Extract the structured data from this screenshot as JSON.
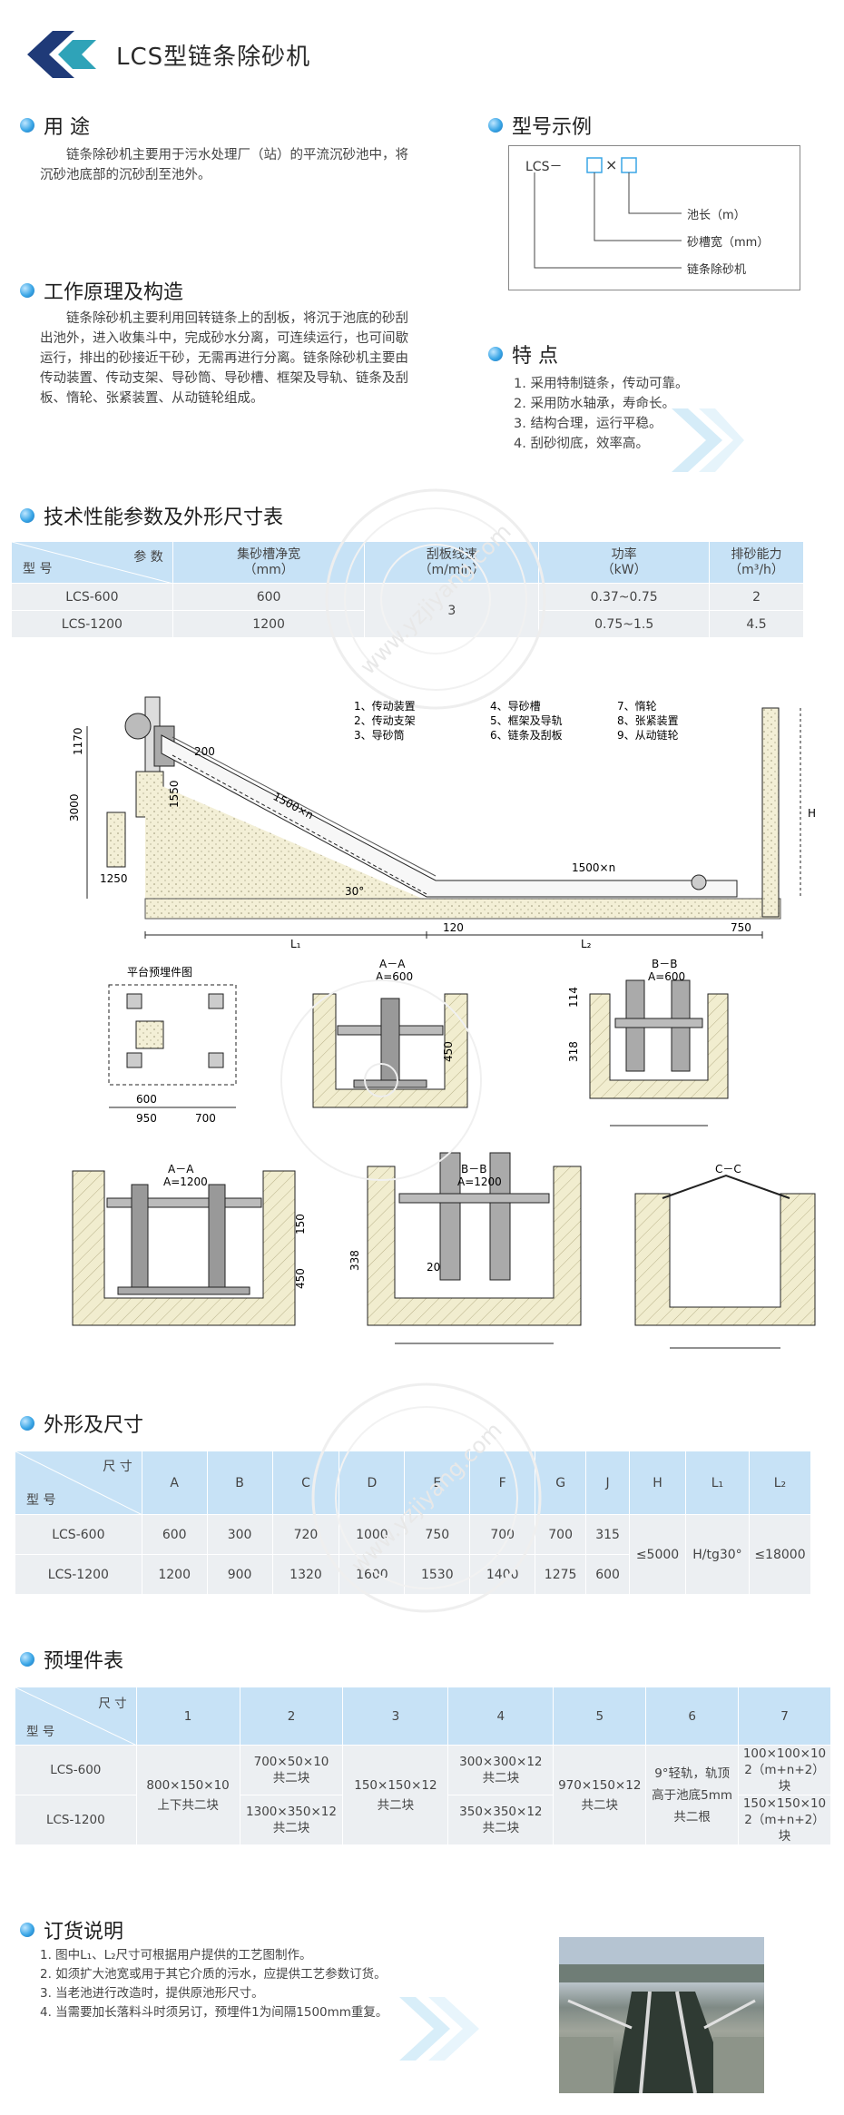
{
  "title": "LCS型链条除砂机",
  "usage": {
    "heading": "用  途",
    "text": "链条除砂机主要用于污水处理厂（站）的平流沉砂池中，将沉砂池底部的沉砂刮至池外。"
  },
  "principle": {
    "heading": "工作原理及构造",
    "text": "链条除砂机主要利用回转链条上的刮板，将沉于池底的砂刮出池外，进入收集斗中，完成砂水分离，可连续运行，也可间歇运行，排出的砂接近干砂，无需再进行分离。链条除砂机主要由传动装置、传动支架、导砂筒、导砂槽、框架及导轨、链条及刮板、惰轮、张紧装置、从动链轮组成。"
  },
  "model_example": {
    "heading": "型号示例",
    "prefix": "LCS－",
    "times": "×",
    "labels": [
      "池长（m）",
      "砂槽宽（mm）",
      "链条除砂机"
    ]
  },
  "features": {
    "heading": "特  点",
    "items": [
      "1. 采用特制链条，传动可靠。",
      "2. 采用防水轴承，寿命长。",
      "3. 结构合理，运行平稳。",
      "4. 刮砂彻底，效率高。"
    ]
  },
  "tech_table": {
    "heading": "技术性能参数及外形尺寸表",
    "corner_top": "参  数",
    "corner_bottom": "型  号",
    "headers": [
      "集砂槽净宽\n（mm）",
      "刮板线速\n（m/min）",
      "功率\n（kW）",
      "排砂能力\n（m³/h）"
    ],
    "rows": [
      {
        "model": "LCS-600",
        "width": "600",
        "power": "0.37~0.75",
        "capacity": "2"
      },
      {
        "model": "LCS-1200",
        "width": "1200",
        "power": "0.75~1.5",
        "capacity": "4.5"
      }
    ],
    "speed": "3"
  },
  "drawing": {
    "legend": [
      "1、传动装置",
      "2、传动支架",
      "3、导砂筒",
      "4、导砂槽",
      "5、框架及导轨",
      "6、链条及刮板",
      "7、惰轮",
      "8、张紧装置",
      "9、从动链轮"
    ],
    "labels": {
      "platform": "平台预埋件图",
      "aa600": "A－A",
      "a600": "A=600",
      "bb600": "B－B",
      "b600": "A=600",
      "aa1200": "A－A",
      "a1200": "A=1200",
      "bb1200": "B－B",
      "b1200": "A=1200",
      "cc": "C－C",
      "d1500a": "1500×n",
      "d1500b": "1500×n",
      "d3000": "3000",
      "d1250": "1250",
      "d1170": "1170",
      "d1550": "1550",
      "d200": "200",
      "d30": "30°",
      "d120": "120",
      "d750": "750",
      "dL1": "L₁",
      "dL2": "L₂",
      "dH": "H",
      "d950": "950",
      "d700": "700",
      "d600": "600",
      "d450a": "450",
      "d450b": "450",
      "d338": "338",
      "d20": "20",
      "d150": "150",
      "d114": "114",
      "d318": "318"
    }
  },
  "dims": {
    "heading": "外形及尺寸",
    "corner_top": "尺  寸",
    "corner_bottom": "型  号",
    "headers": [
      "A",
      "B",
      "C",
      "D",
      "E",
      "F",
      "G",
      "J",
      "H",
      "L₁",
      "L₂"
    ],
    "rows": [
      {
        "model": "LCS-600",
        "vals": [
          "600",
          "300",
          "720",
          "1000",
          "750",
          "700",
          "700",
          "315"
        ]
      },
      {
        "model": "LCS-1200",
        "vals": [
          "1200",
          "900",
          "1320",
          "1600",
          "1530",
          "1400",
          "1275",
          "600"
        ]
      }
    ],
    "h": "≤5000",
    "l1": "H/tg30°",
    "l2": "≤18000"
  },
  "embed": {
    "heading": "预埋件表",
    "corner_top": "尺  寸",
    "corner_bottom": "型  号",
    "headers": [
      "1",
      "2",
      "3",
      "4",
      "5",
      "6",
      "7"
    ],
    "models": [
      "LCS-600",
      "LCS-1200"
    ],
    "c1": [
      "800×150×10",
      "上下共二块"
    ],
    "c2a": [
      "700×50×10",
      "共二块"
    ],
    "c2b": [
      "1300×350×12",
      "共二块"
    ],
    "c3": [
      "150×150×12",
      "共二块"
    ],
    "c4a": [
      "300×300×12",
      "共二块"
    ],
    "c4b": [
      "350×350×12",
      "共二块"
    ],
    "c5": [
      "970×150×12",
      "共二块"
    ],
    "c6": [
      "9°轻轨，轨顶",
      "高于池底5mm",
      "共二根"
    ],
    "c7a": [
      "100×100×10",
      "2（m+n+2）块"
    ],
    "c7b": [
      "150×150×10",
      "2（m+n+2）块"
    ]
  },
  "order": {
    "heading": "订货说明",
    "items": [
      "1. 图中L₁、L₂尺寸可根据用户提供的工艺图制作。",
      "2. 如须扩大池宽或用于其它介质的污水，应提供工艺参数订货。",
      "3. 当老池进行改造时，提供原池形尺寸。",
      "4. 当需要加长落料斗时须另订，预埋件1为间隔1500mm重复。"
    ]
  },
  "watermark": "www.yzjiyang.com",
  "colors": {
    "header_blue": "#c7e2f6",
    "bullet_blue": "#3aa6e6",
    "logo_navy": "#1f3a78",
    "logo_teal": "#2fa3b8"
  }
}
